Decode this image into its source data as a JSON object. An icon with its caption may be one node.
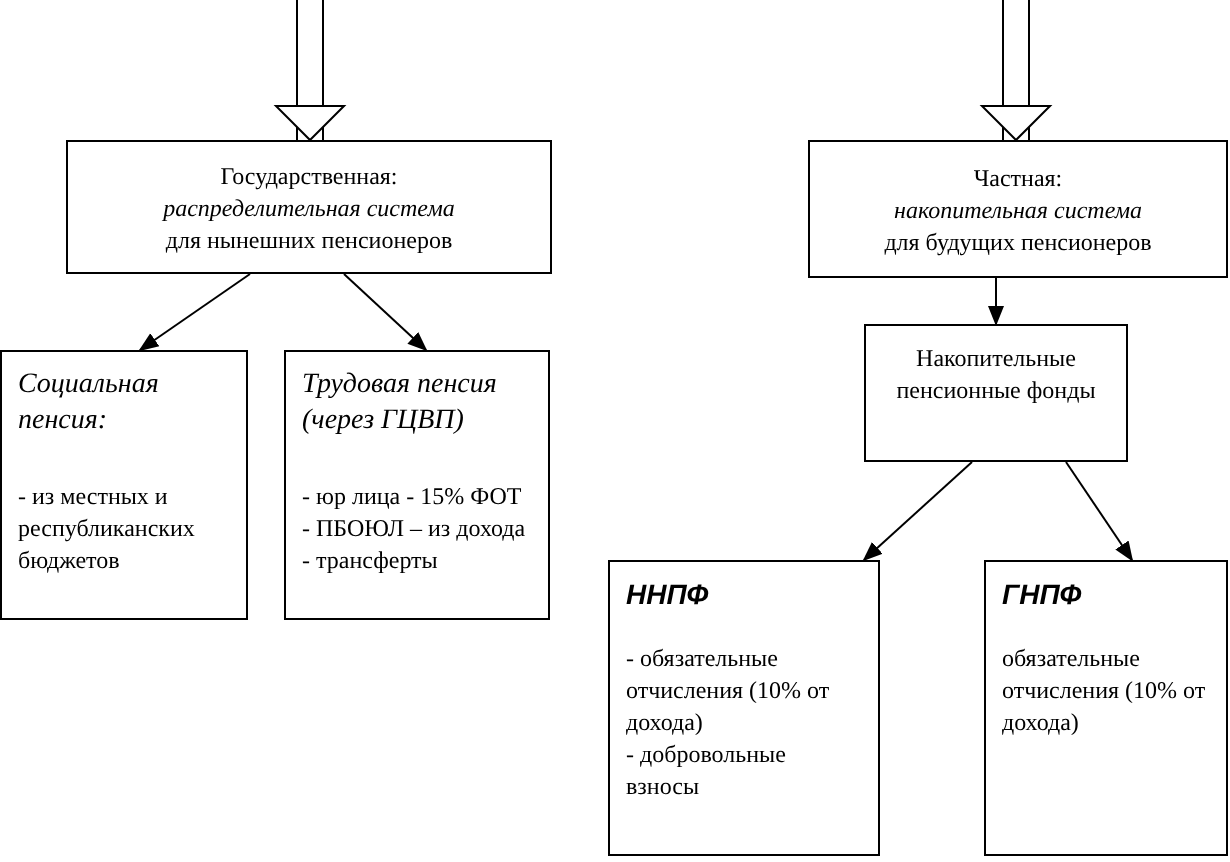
{
  "diagram": {
    "nodes": [
      {
        "text": [
          "Государственная:",
          "распределительная система",
          "для нынешних пенсионеров"
        ]
      },
      {
        "text": [
          "Социальная пенсия:",
          "- из местных и республиканских бюджетов"
        ]
      },
      {
        "text": [
          "Трудовая пенсия (через ГЦВП)",
          "- юр лица - 15% ФОТ",
          "- ПБОЮЛ – из дохода",
          "- трансферты"
        ]
      },
      {
        "text": [
          "Частная:",
          "накопительная система",
          "для будущих пенсионеров"
        ]
      },
      {
        "text": [
          "Накопительные пенсионные фонды"
        ]
      },
      {
        "text": [
          "ННПФ",
          "- обязательные отчисления (10% от дохода)",
          "- добровольные взносы"
        ]
      },
      {
        "text": [
          "ГНПФ",
          "обязательные отчисления (10% от дохода)"
        ]
      }
    ],
    "edges": [
      {
        "from": null,
        "to": 0,
        "arrow": "to",
        "style": "thick"
      },
      {
        "from": null,
        "to": 3,
        "arrow": "to",
        "style": "thick"
      },
      {
        "from": 0,
        "to": 1,
        "arrow": "to"
      },
      {
        "from": 0,
        "to": 2,
        "arrow": "to"
      },
      {
        "from": 3,
        "to": 4,
        "arrow": "to"
      },
      {
        "from": 4,
        "to": 5,
        "arrow": "to"
      },
      {
        "from": 4,
        "to": 6,
        "arrow": "to"
      }
    ]
  }
}
